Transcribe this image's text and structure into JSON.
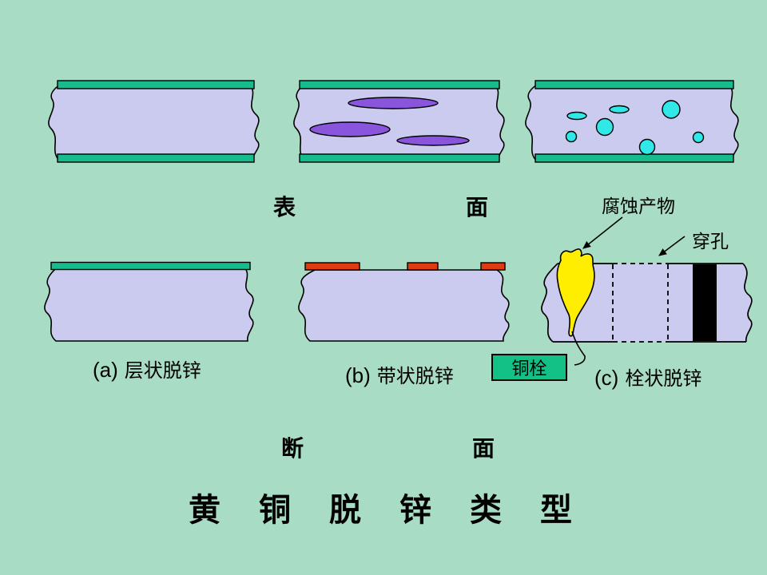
{
  "colors": {
    "background": "#a9dcc4",
    "metal": "#cbcbf0",
    "strip": "#16bc8b",
    "box_green": "#13c187",
    "red": "#dd3c12",
    "purple": "#8a55dd",
    "cyan": "#30e8e8",
    "yellow": "#ffee00",
    "ink": "#000000"
  },
  "header_row": {
    "surface_left": "表",
    "surface_right": "面"
  },
  "annotations": {
    "corrosion_products": "腐蚀产物",
    "perforation": "穿孔",
    "copper_plug": "铜栓"
  },
  "captions": {
    "a_prefix": "(a)",
    "a_name": "层状脱锌",
    "b_prefix": "(b)",
    "b_name": "带状脱锌",
    "c_prefix": "(c)",
    "c_name": "栓状脱锌"
  },
  "section_row": {
    "left": "断",
    "right": "面"
  },
  "title": "黄铜脱锌类型"
}
